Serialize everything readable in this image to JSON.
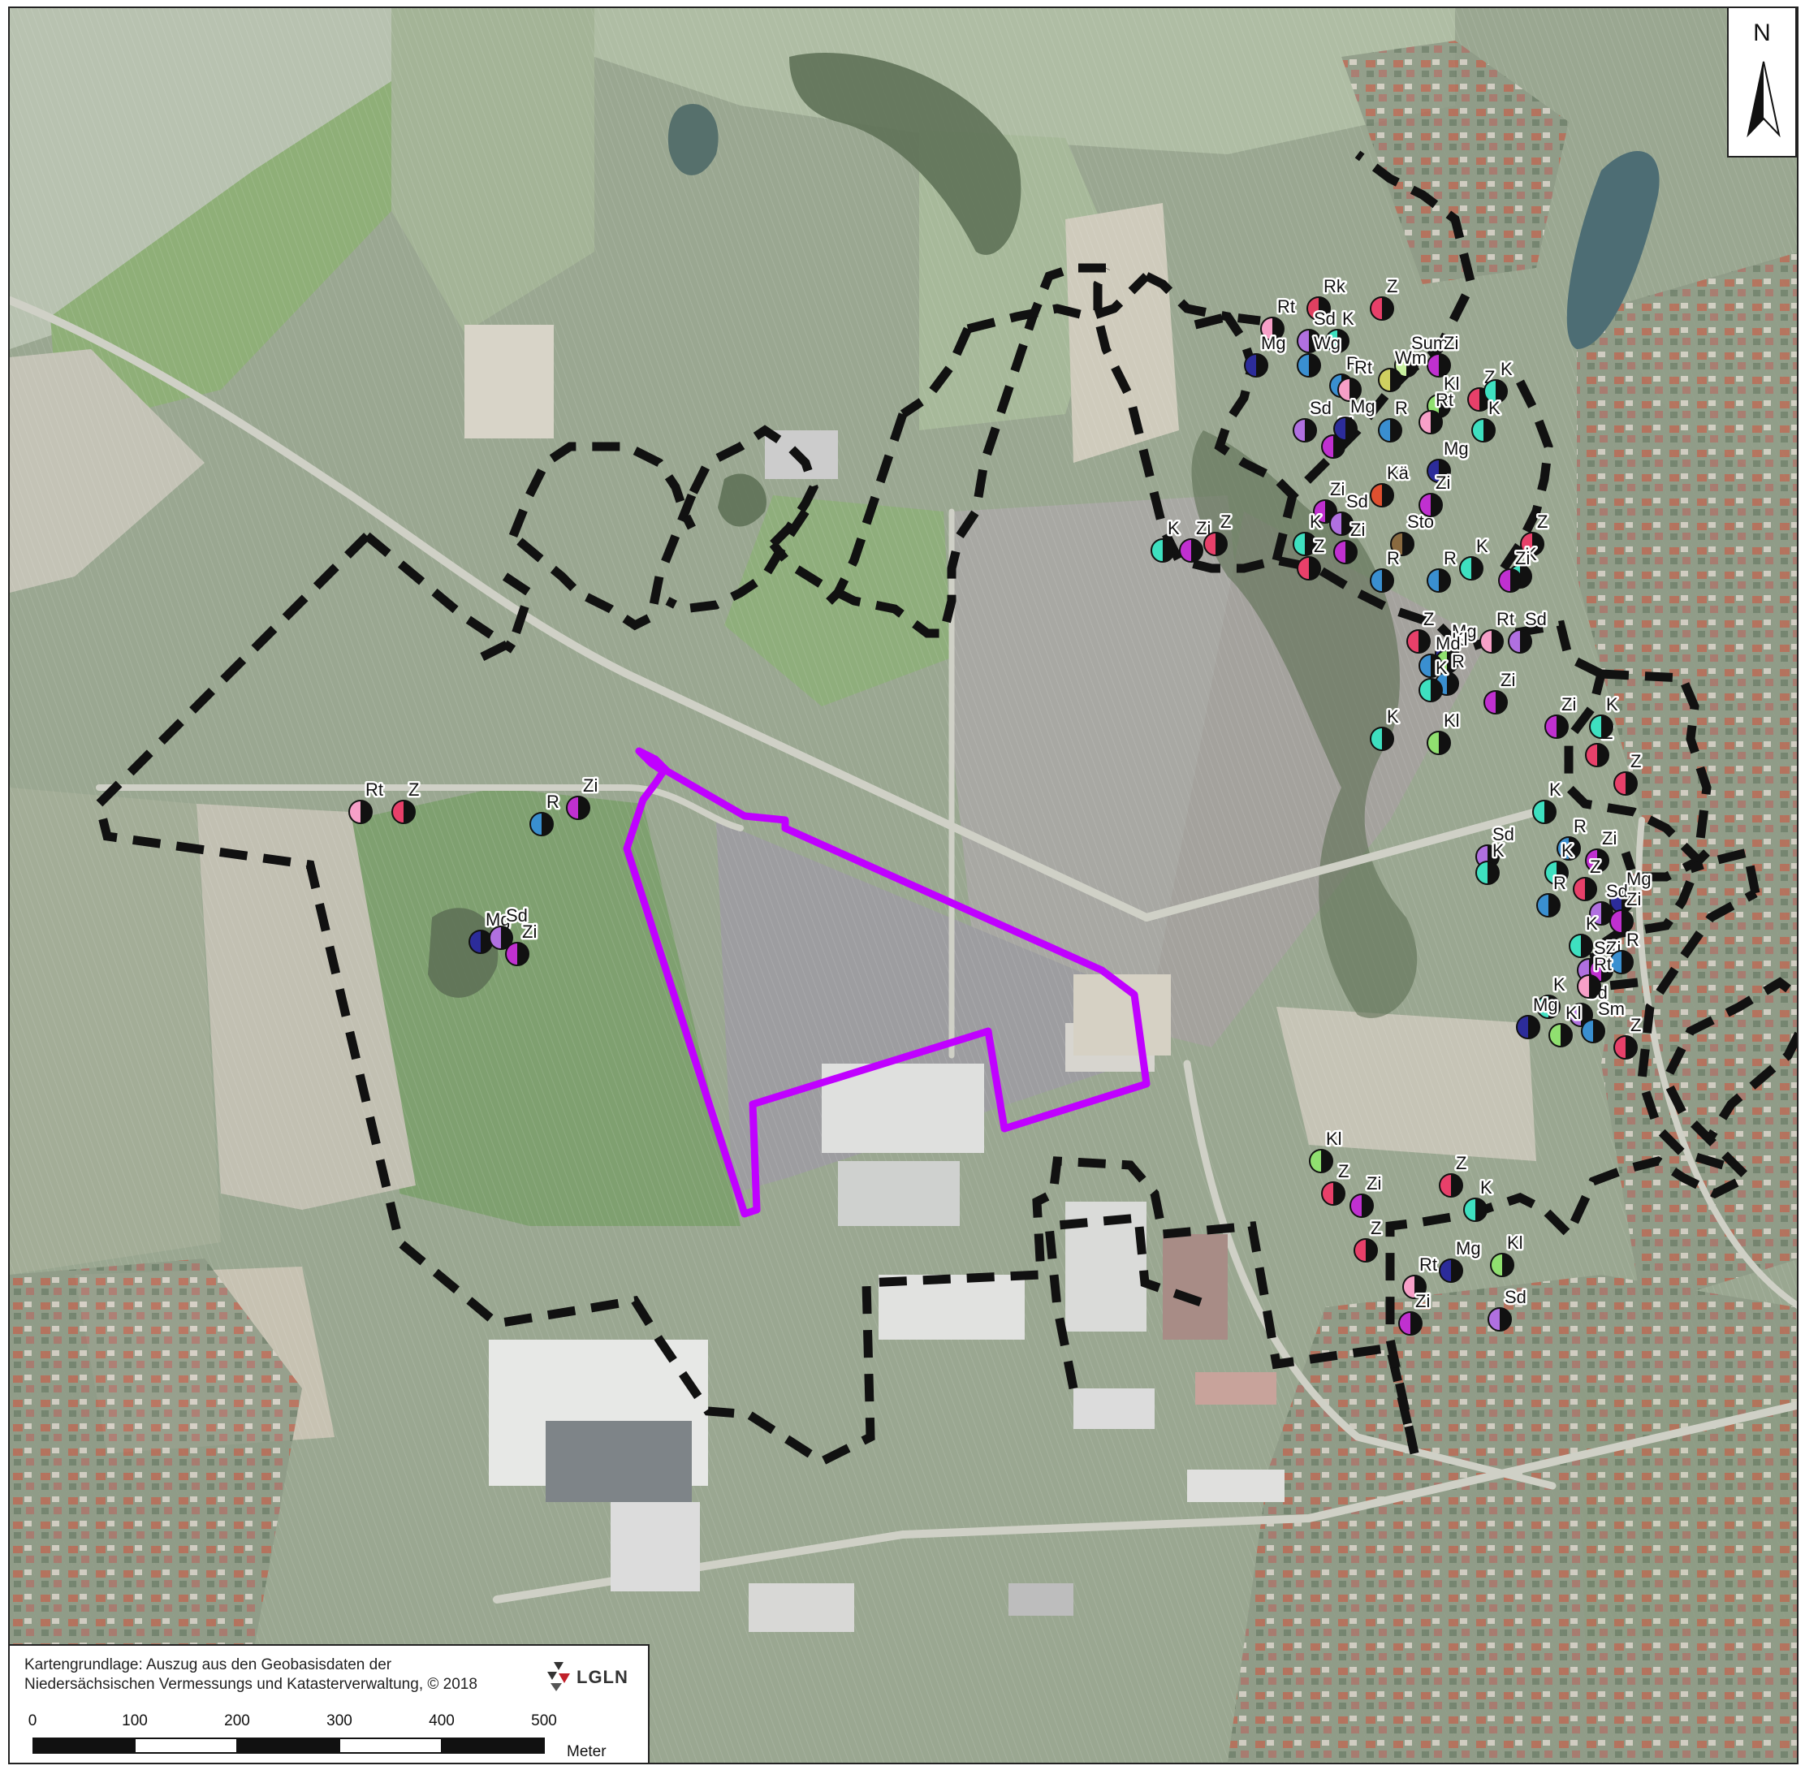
{
  "north_label": "N",
  "credit": {
    "line1": "Kartengrundlage: Auszug aus den Geobasisdaten der",
    "line2": "Niedersächsischen Vermessungs und Katasterverwaltung, © 2018",
    "logo_text": "LGLN"
  },
  "scale": {
    "ticks": [
      "0",
      "100",
      "200",
      "300",
      "400",
      "500"
    ],
    "unit": "Meter"
  },
  "colors": {
    "plan_area": "#c000ff",
    "study_area": "#111111",
    "K": "#3ee0c0",
    "Z": "#e8406a",
    "R": "#3a8fd0",
    "Sd": "#b070e0",
    "Zi": "#c030d0",
    "Mg": "#2c2c9a",
    "Kl": "#90e070",
    "Rt": "#f7a0c8"
  },
  "species": [
    {
      "code": "Rt",
      "color": "#f7a0c8"
    },
    {
      "code": "Rk",
      "color": "#e04060"
    },
    {
      "code": "Z",
      "color": "#e8406a"
    },
    {
      "code": "Sd",
      "color": "#b070e0"
    },
    {
      "code": "K",
      "color": "#3ee0c0"
    },
    {
      "code": "Mg",
      "color": "#2c2c9a"
    },
    {
      "code": "Wg",
      "color": "#3a8fd0"
    },
    {
      "code": "Sum",
      "color": "#c8f0a0"
    },
    {
      "code": "Zi",
      "color": "#c030d0"
    },
    {
      "code": "R",
      "color": "#3a8fd0"
    },
    {
      "code": "Rt",
      "color": "#f7a0c8"
    },
    {
      "code": "Wm",
      "color": "#d0d060"
    },
    {
      "code": "Kl",
      "color": "#90e070"
    },
    {
      "code": "Z",
      "color": "#e8406a"
    },
    {
      "code": "K",
      "color": "#3ee0c0"
    },
    {
      "code": "Zi",
      "color": "#c030d0"
    },
    {
      "code": "Mg",
      "color": "#2c2c9a"
    },
    {
      "code": "Rt",
      "color": "#f7a0c8"
    },
    {
      "code": "R",
      "color": "#3a8fd0"
    },
    {
      "code": "K",
      "color": "#3ee0c0"
    },
    {
      "code": "Sd",
      "color": "#b070e0"
    },
    {
      "code": "Kä",
      "color": "#e05030"
    },
    {
      "code": "Zi",
      "color": "#c030d0"
    },
    {
      "code": "Sd",
      "color": "#b070e0"
    },
    {
      "code": "Sto",
      "color": "#8a6a40"
    },
    {
      "code": "Mg",
      "color": "#2c2c9a"
    },
    {
      "code": "Zi",
      "color": "#c030d0"
    },
    {
      "code": "K",
      "color": "#3ee0c0"
    },
    {
      "code": "R",
      "color": "#3a8fd0"
    },
    {
      "code": "R",
      "color": "#3a8fd0"
    },
    {
      "code": "K",
      "color": "#3ee0c0"
    },
    {
      "code": "Zi",
      "color": "#c030d0"
    },
    {
      "code": "Z",
      "color": "#e8406a"
    },
    {
      "code": "Z",
      "color": "#e8406a"
    },
    {
      "code": "K",
      "color": "#3ee0c0"
    },
    {
      "code": "Zi",
      "color": "#c030d0"
    },
    {
      "code": "Mg",
      "color": "#2c2c9a"
    },
    {
      "code": "Z",
      "color": "#e8406a"
    },
    {
      "code": "Rt",
      "color": "#f7a0c8"
    },
    {
      "code": "Sd",
      "color": "#b070e0"
    },
    {
      "code": "Kl",
      "color": "#90e070"
    },
    {
      "code": "R",
      "color": "#3a8fd0"
    },
    {
      "code": "Zi",
      "color": "#c030d0"
    },
    {
      "code": "Md",
      "color": "#3a8fd0"
    },
    {
      "code": "K",
      "color": "#3ee0c0"
    },
    {
      "code": "Kl",
      "color": "#90e070"
    },
    {
      "code": "K",
      "color": "#3ee0c0"
    },
    {
      "code": "Zi",
      "color": "#c030d0"
    },
    {
      "code": "Z",
      "color": "#e8406a"
    },
    {
      "code": "K",
      "color": "#3ee0c0"
    },
    {
      "code": "Z",
      "color": "#e8406a"
    },
    {
      "code": "K",
      "color": "#3ee0c0"
    },
    {
      "code": "R",
      "color": "#3a8fd0"
    },
    {
      "code": "Zi",
      "color": "#c030d0"
    },
    {
      "code": "Sd",
      "color": "#b070e0"
    },
    {
      "code": "K",
      "color": "#3ee0c0"
    },
    {
      "code": "Mg",
      "color": "#2c2c9a"
    },
    {
      "code": "Z",
      "color": "#e8406a"
    },
    {
      "code": "K",
      "color": "#3ee0c0"
    },
    {
      "code": "R",
      "color": "#3a8fd0"
    },
    {
      "code": "Sd",
      "color": "#b070e0"
    },
    {
      "code": "Zi",
      "color": "#c030d0"
    },
    {
      "code": "K",
      "color": "#3ee0c0"
    },
    {
      "code": "Sd",
      "color": "#b070e0"
    },
    {
      "code": "K",
      "color": "#3ee0c0"
    },
    {
      "code": "Sd",
      "color": "#b070e0"
    },
    {
      "code": "Kl",
      "color": "#90e070"
    },
    {
      "code": "Z",
      "color": "#e8406a"
    },
    {
      "code": "Zi",
      "color": "#c030d0"
    },
    {
      "code": "R",
      "color": "#3a8fd0"
    },
    {
      "code": "Rt",
      "color": "#f7a0c8"
    },
    {
      "code": "Sm",
      "color": "#3a8fd0"
    },
    {
      "code": "Mg",
      "color": "#2c2c9a"
    },
    {
      "code": "Kl",
      "color": "#90e070"
    },
    {
      "code": "Z",
      "color": "#e8406a"
    },
    {
      "code": "Zi",
      "color": "#c030d0"
    },
    {
      "code": "Z",
      "color": "#e8406a"
    },
    {
      "code": "K",
      "color": "#3ee0c0"
    },
    {
      "code": "Z",
      "color": "#e8406a"
    },
    {
      "code": "Rt",
      "color": "#f7a0c8"
    },
    {
      "code": "Mg",
      "color": "#2c2c9a"
    },
    {
      "code": "Zi",
      "color": "#c030d0"
    },
    {
      "code": "Kl",
      "color": "#90e070"
    },
    {
      "code": "Sd",
      "color": "#b070e0"
    },
    {
      "code": "K",
      "color": "#3ee0c0"
    },
    {
      "code": "Zi",
      "color": "#c030d0"
    },
    {
      "code": "Z",
      "color": "#e8406a"
    },
    {
      "code": "Rt",
      "color": "#f7a0c8"
    },
    {
      "code": "Z",
      "color": "#e8406a"
    },
    {
      "code": "R",
      "color": "#3a8fd0"
    },
    {
      "code": "Zi",
      "color": "#c030d0"
    },
    {
      "code": "Mg",
      "color": "#2c2c9a"
    },
    {
      "code": "Sd",
      "color": "#b070e0"
    },
    {
      "code": "Zi",
      "color": "#c030d0"
    }
  ]
}
